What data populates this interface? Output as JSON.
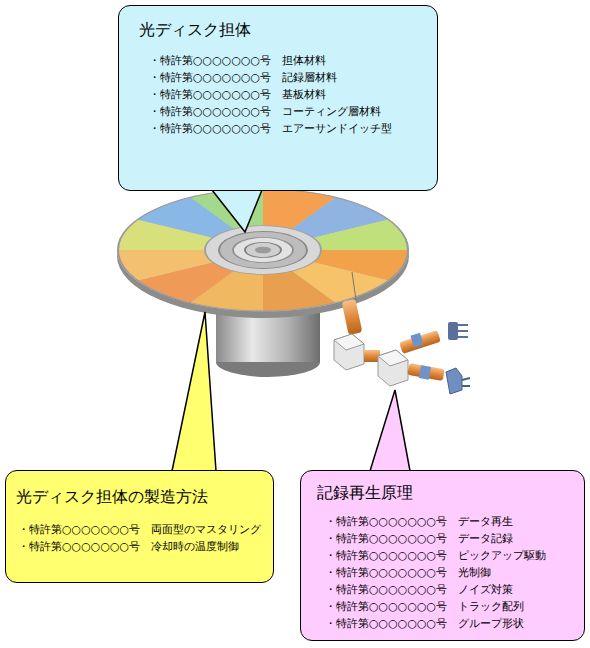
{
  "diagram": {
    "nodes": [
      {
        "text": [
          "光ディスク担体",
          "・特許第○○○○○○○号　担体材料",
          "・特許第○○○○○○○号　記録層材料",
          "・特許第○○○○○○○号　基板材料",
          "・特許第○○○○○○○号　コーティング層材料",
          "・特許第○○○○○○○号　エアーサンドイッチ型"
        ]
      },
      {
        "text": [
          "光ディスク担体の製造方法",
          "・特許第○○○○○○○号　両面型のマスタリング",
          "・特許第○○○○○○○号　冷却時の温度制御"
        ]
      },
      {
        "text": [
          "記録再生原理",
          "・特許第○○○○○○○号　データ再生",
          "・特許第○○○○○○○号　データ記録",
          "・特許第○○○○○○○号　ピックアップ駆動",
          "・特許第○○○○○○○号　光制御",
          "・特許第○○○○○○○号　ノイズ対策",
          "・特許第○○○○○○○号　トラック配列",
          "・特許第○○○○○○○号　グループ形状"
        ]
      }
    ]
  }
}
